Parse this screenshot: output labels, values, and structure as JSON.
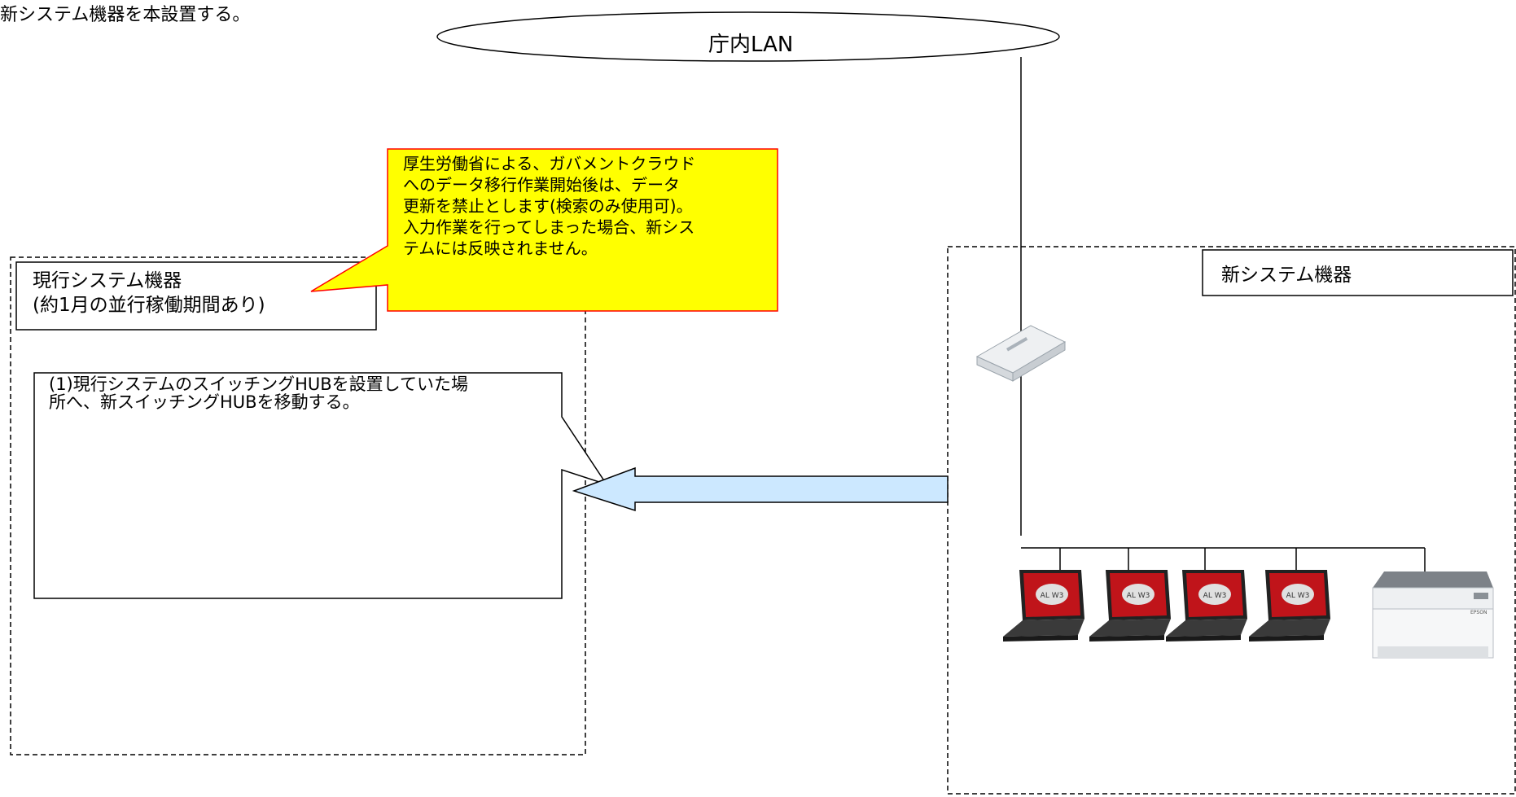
{
  "heading": "新システム機器を本設置する。",
  "lan": {
    "label": "庁内LAN"
  },
  "callout": {
    "text": "厚生労働省による、ガバメントクラウド\nへのデータ移行作業開始後は、データ\n更新を禁止とします(検索のみ使用可)。\n入力作業を行ってしまった場合、新シス\nテムには反映されません。",
    "fill": "#ffff00",
    "border": "#ff0000"
  },
  "current_system": {
    "label": "現行システム機器\n(約1月の並行稼働期間あり)"
  },
  "new_system": {
    "label": "新システム機器"
  },
  "step_note": {
    "text": "(1)現行システムのスイッチングHUBを設置していた場\n所へ、新スイッチングHUBを移動する。"
  },
  "arrow": {
    "fill": "#cce8ff",
    "stroke": "#000000"
  },
  "devices": {
    "laptop_count": 4,
    "laptop_screen_text": "AL W3",
    "printer_brand": "EPSON"
  }
}
